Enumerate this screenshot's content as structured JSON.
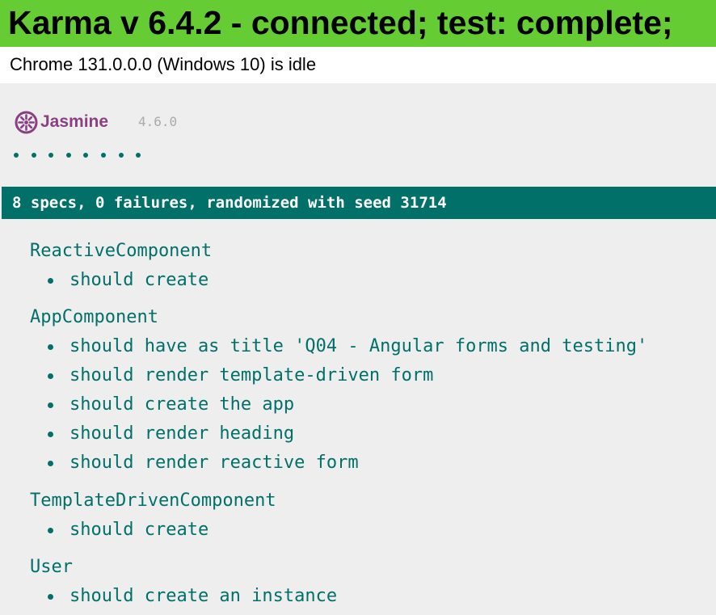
{
  "karma": {
    "banner_title": "Karma v 6.4.2 - connected; test: complete;",
    "browser_status": "Chrome 131.0.0.0 (Windows 10) is idle",
    "banner_color": "#66cc33"
  },
  "jasmine": {
    "wordmark": "Jasmine",
    "version": "4.6.0",
    "accent_color": "#007069",
    "logo_color": "#8a4182",
    "spec_count_passed": 8,
    "overall": "8 specs, 0 failures, randomized with seed 31714"
  },
  "suites": [
    {
      "title": "ReactiveComponent",
      "specs": [
        "should create"
      ]
    },
    {
      "title": "AppComponent",
      "specs": [
        "should have as title 'Q04 - Angular forms and testing'",
        "should render template-driven form",
        "should create the app",
        "should render heading",
        "should render reactive form"
      ]
    },
    {
      "title": "TemplateDrivenComponent",
      "specs": [
        "should create"
      ]
    },
    {
      "title": "User",
      "specs": [
        "should create an instance"
      ]
    }
  ]
}
